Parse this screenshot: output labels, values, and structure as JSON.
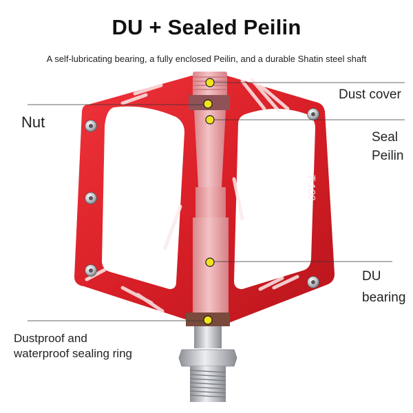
{
  "title": "DU + Sealed Peilin",
  "subtitle": "A self-lubricating bearing, a fully enclosed Peilin, and a durable Shatin steel shaft",
  "pedal_model": "T-100",
  "labels": {
    "dust_cover": "Dust cover",
    "nut": "Nut",
    "seal_line1": "Seal",
    "seal_line2": "Peilin",
    "du_line1": "DU",
    "du_line2": "bearing",
    "ring_line1": "Dustproof and",
    "ring_line2": "waterproof sealing ring"
  },
  "colors": {
    "pedal_red": "#e0252d",
    "pedal_dark": "#b3141c",
    "axle_pink": "#e9a0a3",
    "marker_yellow": "#f2e41c",
    "steel": "#c9cbcf"
  }
}
